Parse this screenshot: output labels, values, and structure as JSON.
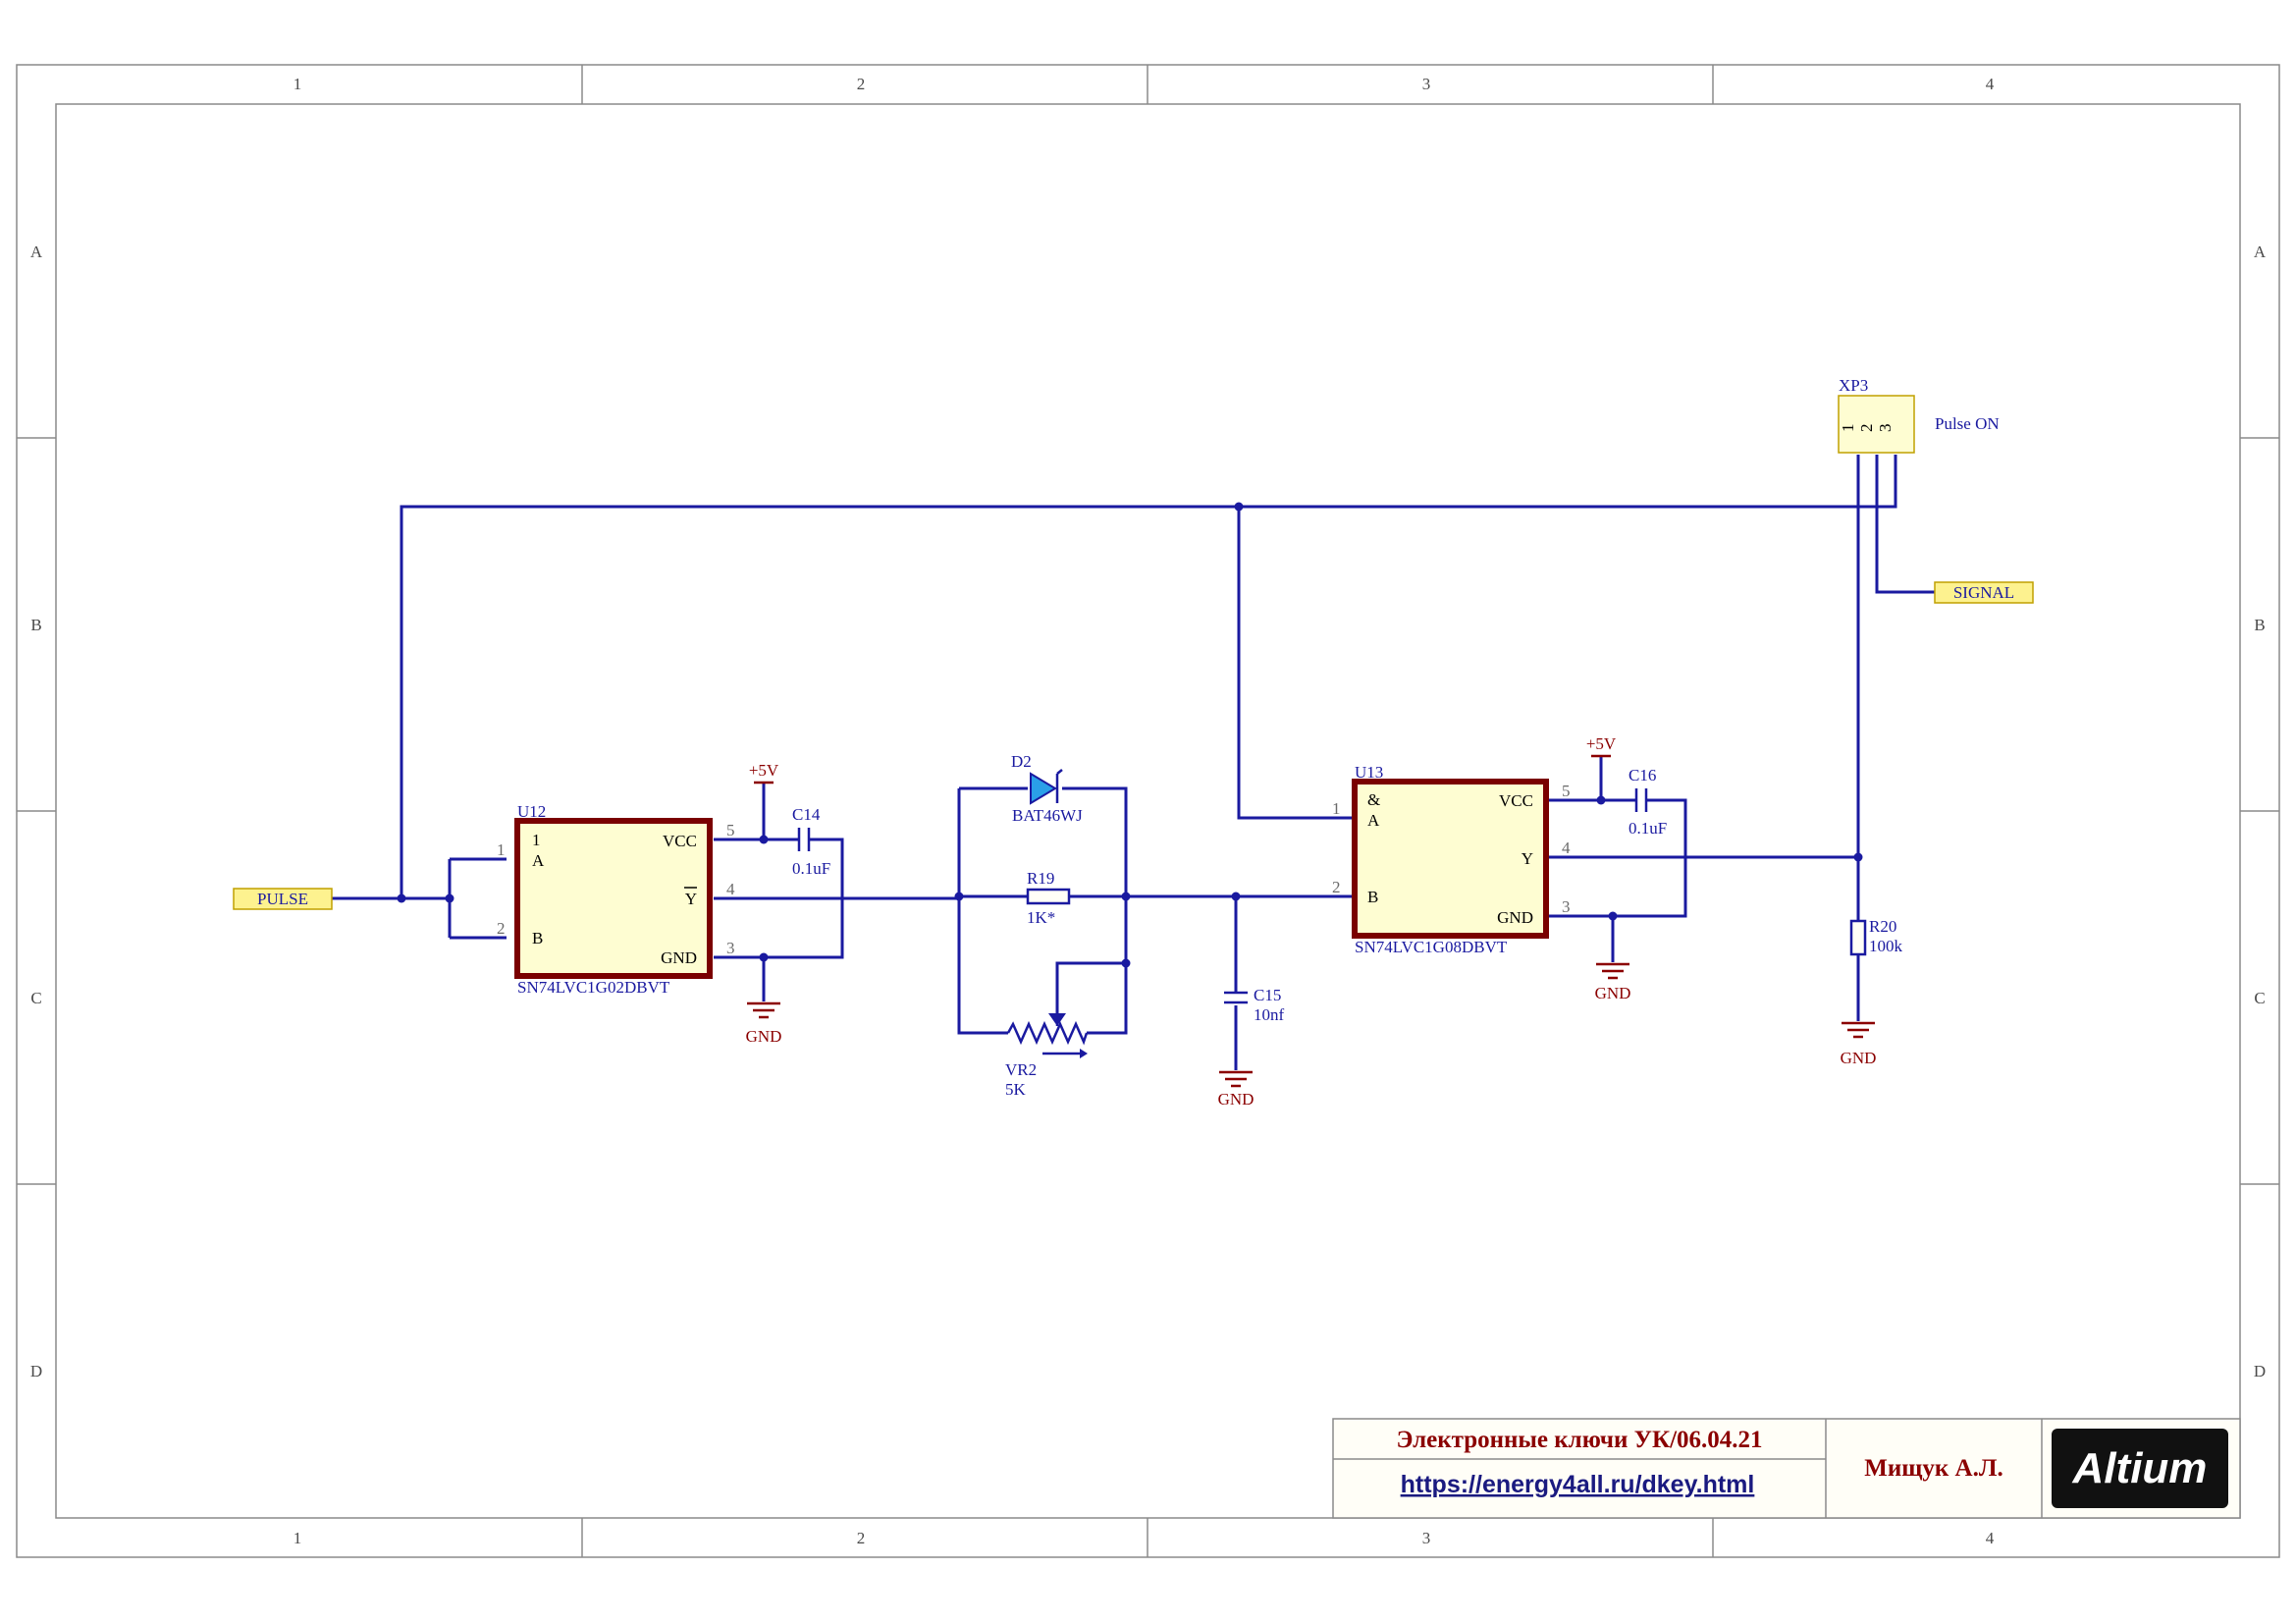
{
  "frame": {
    "columns": [
      "1",
      "2",
      "3",
      "4"
    ],
    "rows": [
      "A",
      "B",
      "C",
      "D"
    ]
  },
  "ports": {
    "pulse": "PULSE",
    "signal": "SIGNAL"
  },
  "power": {
    "vcc": "+5V",
    "gnd": "GND"
  },
  "u12": {
    "designator": "U12",
    "part": "SN74LVC1G02DBVT",
    "gate_symbol": "1",
    "pins": {
      "a": "A",
      "b": "B",
      "y": "Y",
      "vcc": "VCC",
      "gnd": "GND"
    },
    "pin_numbers": {
      "a": "1",
      "b": "2",
      "y": "4",
      "vcc": "5",
      "gnd": "3"
    }
  },
  "u13": {
    "designator": "U13",
    "part": "SN74LVC1G08DBVT",
    "gate_symbol": "&",
    "pins": {
      "a": "A",
      "b": "B",
      "y": "Y",
      "vcc": "VCC",
      "gnd": "GND"
    },
    "pin_numbers": {
      "a": "1",
      "b": "2",
      "y": "4",
      "vcc": "5",
      "gnd": "3"
    }
  },
  "c14": {
    "designator": "C14",
    "value": "0.1uF"
  },
  "c15": {
    "designator": "C15",
    "value": "10nf"
  },
  "c16": {
    "designator": "C16",
    "value": "0.1uF"
  },
  "d2": {
    "designator": "D2",
    "value": "BAT46WJ"
  },
  "r19": {
    "designator": "R19",
    "value": "1K*"
  },
  "r20": {
    "designator": "R20",
    "value": "100k"
  },
  "vr2": {
    "designator": "VR2",
    "value": "5K"
  },
  "xp3": {
    "designator": "XP3",
    "label": "Pulse ON",
    "pins": [
      "1",
      "2",
      "3"
    ]
  },
  "title_block": {
    "title": "Электронные ключи УК/06.04.21",
    "link": "https://energy4all.ru/dkey.html",
    "author": "Мищук А.Л.",
    "logo": "Altium"
  },
  "colors": {
    "wire": "#1a1aa0",
    "chip_border": "#7a0000",
    "chip_fill": "#fefdd2",
    "power": "#8b0000",
    "port_fill": "#fdf28f",
    "sheet": "#fffef7"
  }
}
